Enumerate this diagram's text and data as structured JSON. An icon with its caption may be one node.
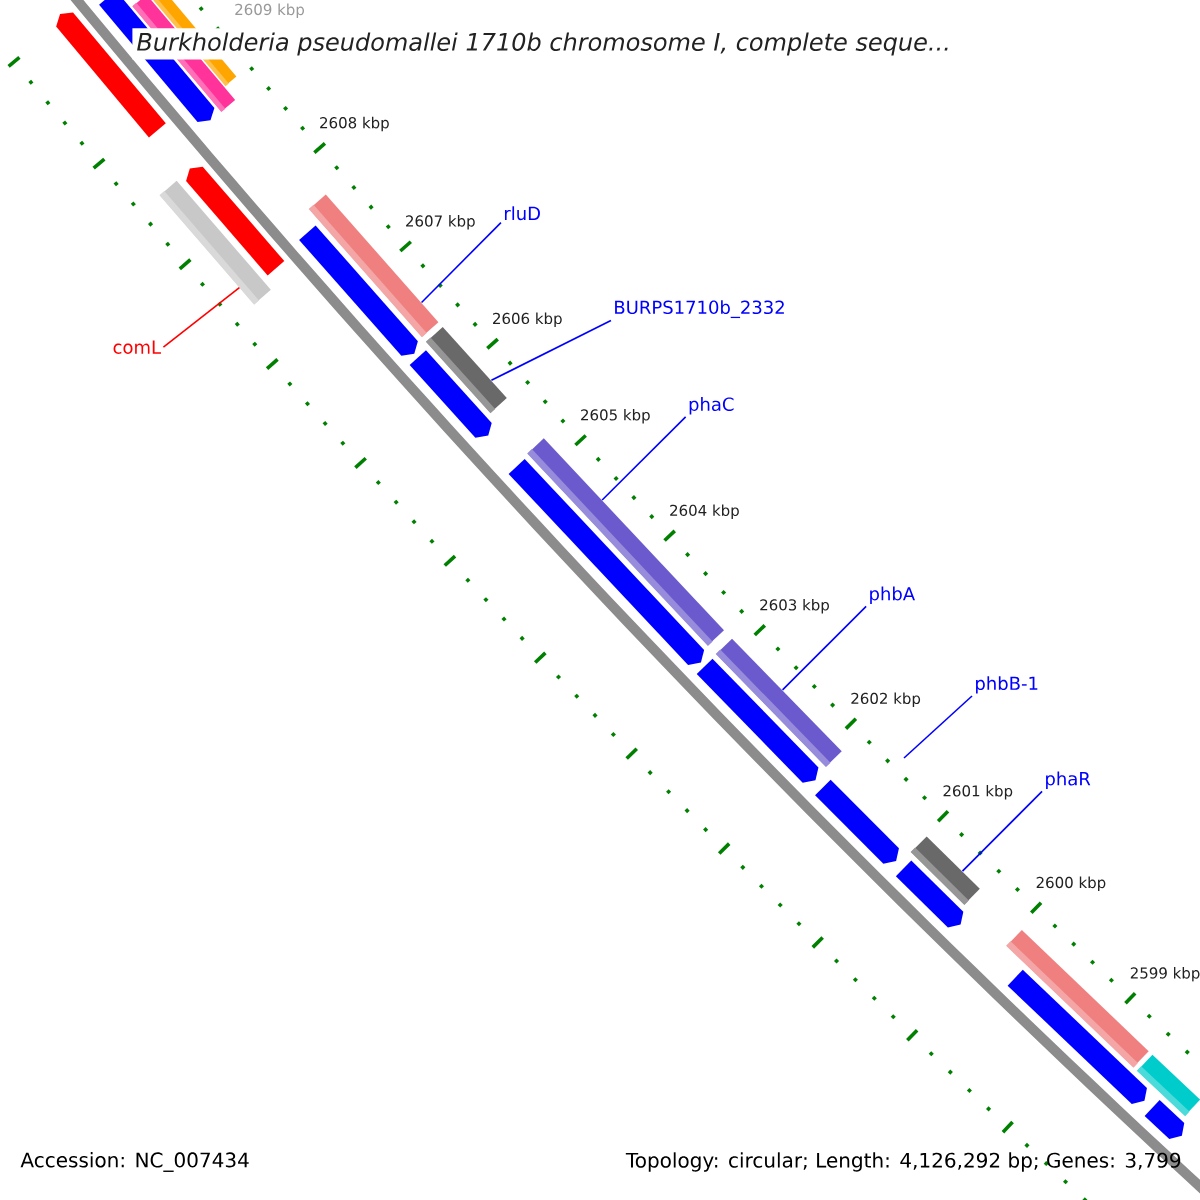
{
  "diagram": {
    "title": "Burkholderia pseudomallei 1710b chromosome I, complete seque...",
    "nodes": [
      {
        "text": [],
        "shape": "pentagon"
      },
      {
        "text": [],
        "shape": "pentagon"
      },
      {
        "text": [],
        "shape": "bar"
      },
      {
        "text": [],
        "shape": "bar"
      },
      {
        "text": [
          "comL"
        ]
      },
      {
        "text": [],
        "shape": "bar"
      },
      {
        "text": [],
        "shape": "pentagon"
      },
      {
        "text": [
          "rluD"
        ]
      },
      {
        "text": [],
        "shape": "bar"
      },
      {
        "text": [],
        "shape": "pentagon"
      },
      {
        "text": [
          "BURPS1710b_2332"
        ]
      },
      {
        "text": [],
        "shape": "bar"
      },
      {
        "text": [],
        "shape": "pentagon"
      },
      {
        "text": [
          "phaC"
        ]
      },
      {
        "text": [],
        "shape": "bar"
      },
      {
        "text": [],
        "shape": "pentagon"
      },
      {
        "text": [
          "phbA"
        ]
      },
      {
        "text": [],
        "shape": "bar"
      },
      {
        "text": [],
        "shape": "pentagon"
      },
      {
        "text": [
          "phbB-1"
        ]
      },
      {
        "text": [],
        "shape": "pentagon"
      },
      {
        "text": [
          "phaR"
        ]
      },
      {
        "text": [],
        "shape": "bar"
      },
      {
        "text": [],
        "shape": "pentagon"
      },
      {
        "text": [],
        "shape": "bar"
      },
      {
        "text": [],
        "shape": "pentagon"
      },
      {
        "text": [],
        "shape": "bar"
      },
      {
        "text": [],
        "shape": "pentagon"
      }
    ],
    "edges": [
      {
        "from": 4,
        "to": 5,
        "arrow": "none",
        "color": "#ff0000"
      },
      {
        "from": 7,
        "to": 8,
        "arrow": "none"
      },
      {
        "from": 10,
        "to": 11,
        "arrow": "none"
      },
      {
        "from": 13,
        "to": 14,
        "arrow": "none"
      },
      {
        "from": 16,
        "to": 17,
        "arrow": "none"
      },
      {
        "from": 19,
        "to": null,
        "arrow": "none"
      },
      {
        "from": 21,
        "to": 22,
        "arrow": "none"
      }
    ],
    "labels": [
      "2609 kbp",
      "2608 kbp",
      "2607 kbp",
      "2606 kbp",
      "2605 kbp",
      "2604 kbp",
      "2603 kbp",
      "2602 kbp",
      "2601 kbp",
      "2600 kbp",
      "2599 kbp",
      "Accession: NC_007434",
      "Topology: circular; Length: 4,126,292 bp; Genes: 3,799"
    ]
  }
}
